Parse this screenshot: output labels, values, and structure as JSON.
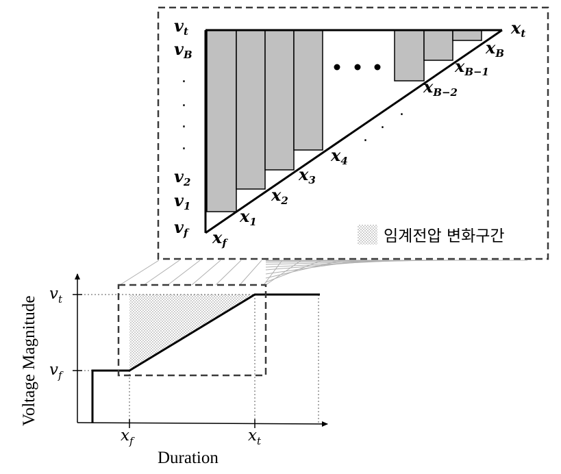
{
  "inset": {
    "v_labels": {
      "vt": "v",
      "vt_sub": "t",
      "vB": "v",
      "vB_sub": "B",
      "v2": "v",
      "v2_sub": "2",
      "v1": "v",
      "v1_sub": "1",
      "vf": "v",
      "vf_sub": "f"
    },
    "v_dots": [
      ".",
      ".",
      ".",
      "."
    ],
    "x_labels": {
      "xt": "x",
      "xt_sub": "t",
      "xB": "x",
      "xB_sub": "B",
      "xB1": "x",
      "xB1_sub": "B−1",
      "xB2": "x",
      "xB2_sub": "B−2",
      "x4": "x",
      "x4_sub": "4",
      "x3": "x",
      "x3_sub": "3",
      "x2": "x",
      "x2_sub": "2",
      "x1": "x",
      "x1_sub": "1",
      "xf": "x",
      "xf_sub": "f"
    },
    "diag_dots": [
      ".",
      ".",
      ".",
      "."
    ],
    "ellipsis_dots": 3,
    "legend_label": "임계전압 변화구간",
    "bar_fill": "#c0c0c0",
    "legend_hatch": "#d9d9d9"
  },
  "main": {
    "ylabel": "Voltage Magnitude",
    "xlabel": "Duration",
    "y_ticks": {
      "vt": "v",
      "vt_sub": "t",
      "vf": "v",
      "vf_sub": "f"
    },
    "x_ticks": {
      "xf": "x",
      "xf_sub": "f",
      "xt": "x",
      "xt_sub": "t"
    }
  },
  "colors": {
    "line": "#000000",
    "dash_box": "#3a3a3a",
    "projection_line": "#a0a0a0",
    "ramp_region": "#e4e4e4"
  }
}
